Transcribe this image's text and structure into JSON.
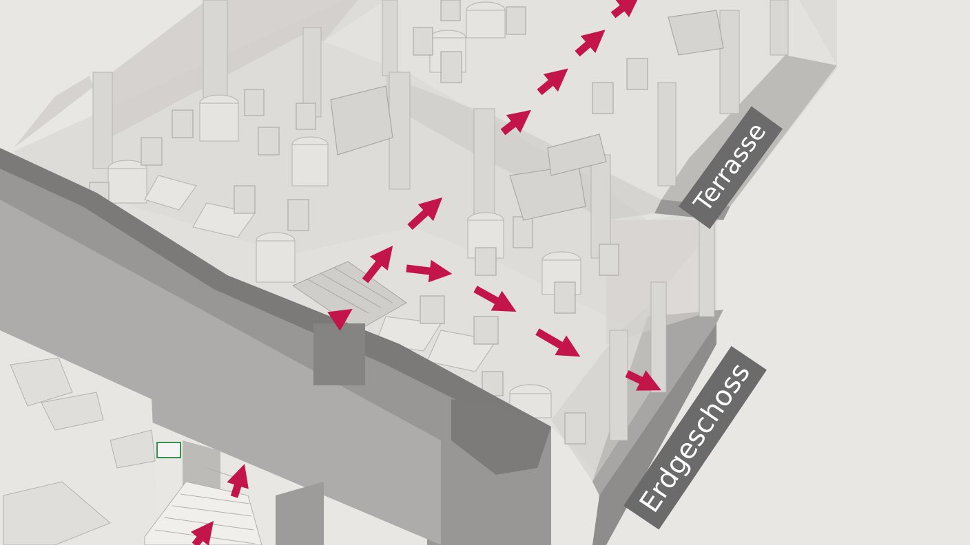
{
  "labels": {
    "terrasse": "Terrasse",
    "erdgeschoss": "Erdgeschoss"
  },
  "colors": {
    "background": "#e9e7e4",
    "floor": "#dcdad7",
    "wall_dark": "#8a8a8a",
    "wall_mid": "#a9a9a9",
    "label_bg": "#6b6b6b",
    "label_text": "#ffffff",
    "arrow": "#c3154a"
  },
  "icons": {
    "arrow": "flow-direction-arrow",
    "exit_sign": "emergency-exit-sign-icon"
  }
}
